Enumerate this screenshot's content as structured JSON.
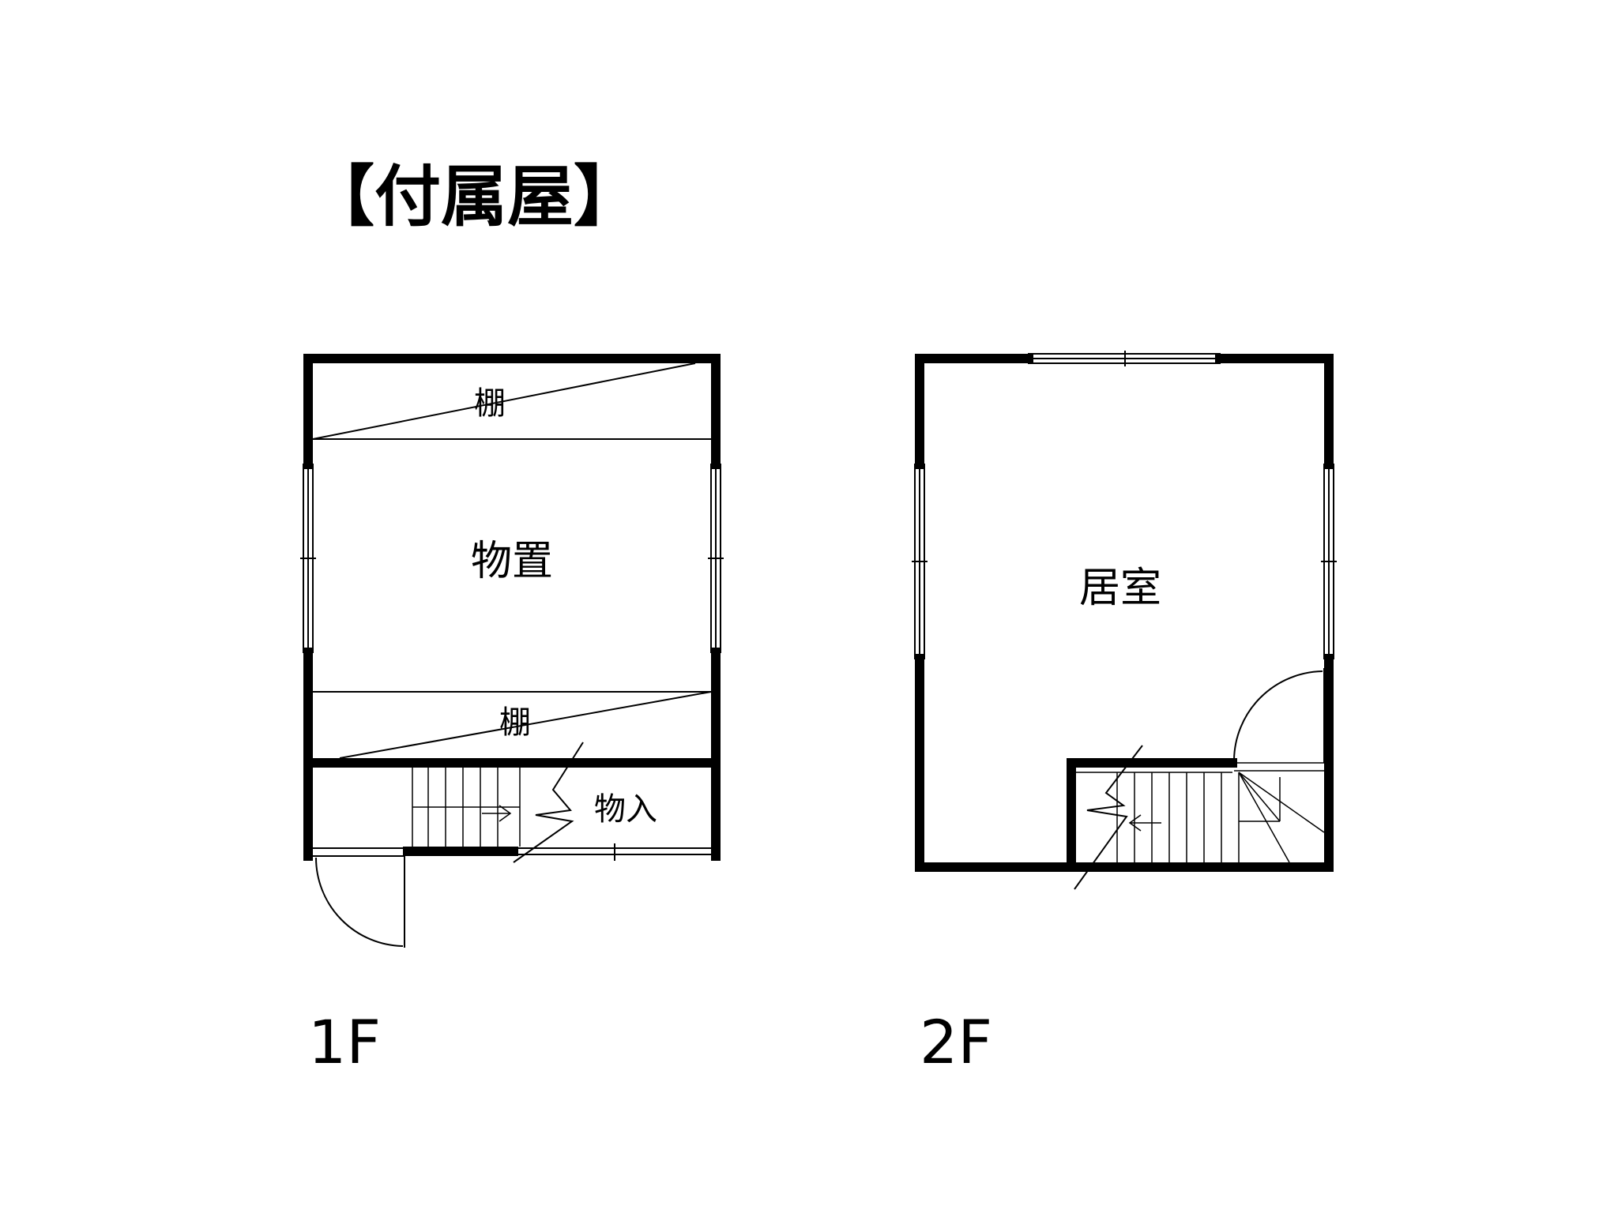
{
  "title": "【付属屋】",
  "floors": [
    {
      "label": "1F",
      "rooms": {
        "shelf_top": "棚",
        "storage": "物置",
        "shelf_bottom": "棚",
        "closet": "物入"
      }
    },
    {
      "label": "2F",
      "rooms": {
        "living_room": "居室"
      }
    }
  ],
  "colors": {
    "line": "#000000",
    "background": "#ffffff"
  }
}
